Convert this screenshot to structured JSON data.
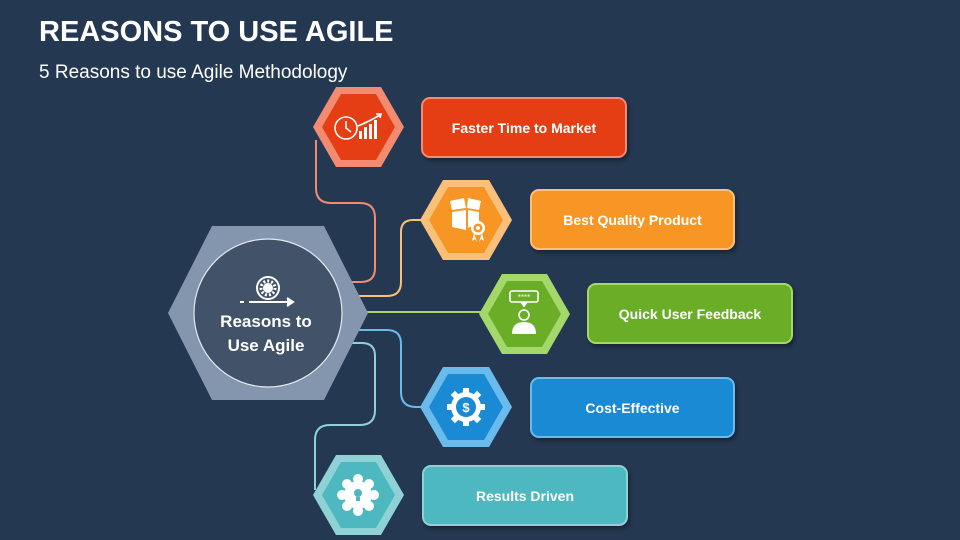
{
  "header": {
    "title": "REASONS TO USE AGILE",
    "subtitle": "5 Reasons to use Agile Methodology"
  },
  "center": {
    "label_line1": "Reasons to",
    "label_line2": "Use Agile",
    "icon": "agile-cycle-gear-icon",
    "outer_color": "#8396AE",
    "inner_color": "#425369"
  },
  "reasons": [
    {
      "label": "Faster Time to Market",
      "icon": "clock-growth-chart-icon",
      "color": "#E63E14",
      "light": "#F28B70"
    },
    {
      "label": "Best Quality Product",
      "icon": "box-award-icon",
      "color": "#F79624",
      "light": "#FAC07A"
    },
    {
      "label": "Quick User Feedback",
      "icon": "user-rating-icon",
      "color": "#6AAE27",
      "light": "#A5D86A"
    },
    {
      "label": "Cost-Effective",
      "icon": "dollar-gear-icon",
      "color": "#1A8AD4",
      "light": "#6BBAEC"
    },
    {
      "label": "Results Driven",
      "icon": "gear-lightbulb-icon",
      "color": "#4DB8BF",
      "light": "#8FD2D6"
    }
  ]
}
